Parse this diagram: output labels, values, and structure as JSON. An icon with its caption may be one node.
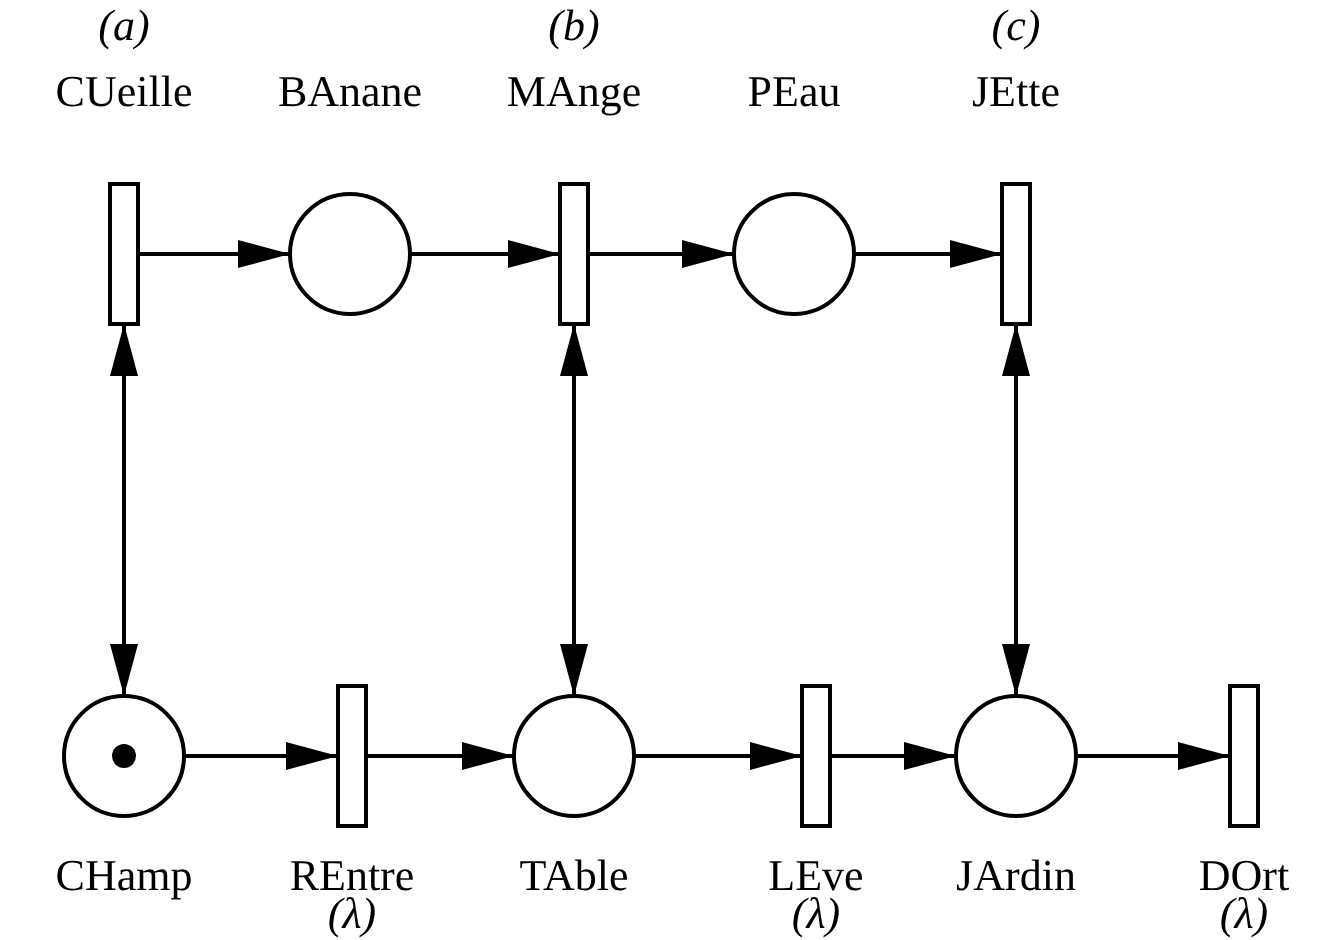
{
  "diagram": {
    "nodes": [
      {
        "text": [
          "CUeille"
        ],
        "beside": [
          "(a)"
        ]
      },
      {
        "text": [
          "BAnane"
        ]
      },
      {
        "text": [
          "MAnge"
        ],
        "beside": [
          "(b)"
        ]
      },
      {
        "text": [
          "PEau"
        ]
      },
      {
        "text": [
          "JEtte"
        ],
        "beside": [
          "(c)"
        ]
      },
      {
        "text": [
          "CHamp"
        ]
      },
      {
        "text": [
          "REntre"
        ],
        "beside": [
          "(λ)"
        ]
      },
      {
        "text": [
          "TAble"
        ]
      },
      {
        "text": [
          "LEve"
        ],
        "beside": [
          "(λ)"
        ]
      },
      {
        "text": [
          "JArdin"
        ]
      },
      {
        "text": [
          "DOrt"
        ],
        "beside": [
          "(λ)"
        ]
      }
    ],
    "edges": [
      {
        "from": 0,
        "to": 1,
        "arrow": "to"
      },
      {
        "from": 1,
        "to": 2,
        "arrow": "to"
      },
      {
        "from": 2,
        "to": 3,
        "arrow": "to"
      },
      {
        "from": 3,
        "to": 4,
        "arrow": "to"
      },
      {
        "from": 0,
        "to": 5,
        "arrow": "both"
      },
      {
        "from": 2,
        "to": 7,
        "arrow": "both"
      },
      {
        "from": 4,
        "to": 9,
        "arrow": "both"
      },
      {
        "from": 5,
        "to": 6,
        "arrow": "to"
      },
      {
        "from": 6,
        "to": 7,
        "arrow": "to"
      },
      {
        "from": 7,
        "to": 8,
        "arrow": "to"
      },
      {
        "from": 8,
        "to": 9,
        "arrow": "to"
      },
      {
        "from": 9,
        "to": 10,
        "arrow": "to"
      }
    ]
  }
}
